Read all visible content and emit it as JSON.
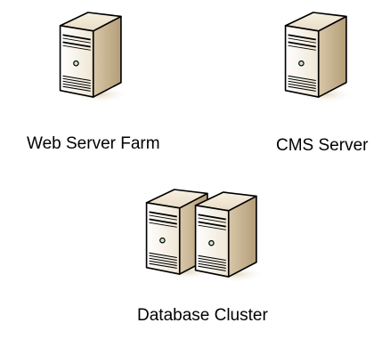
{
  "nodes": {
    "web_server_farm": {
      "label": "Web Server Farm"
    },
    "cms_server": {
      "label": "CMS Server"
    },
    "database_cluster": {
      "label": "Database Cluster"
    }
  },
  "icons": {
    "server": "server-tower-icon"
  },
  "colors": {
    "case_front": "#fbf6ec",
    "case_side": "#c9b696",
    "case_top": "#f3ead7",
    "outline": "#000000",
    "shadow": "#e6dcc6",
    "led": "#cfe6d6"
  }
}
